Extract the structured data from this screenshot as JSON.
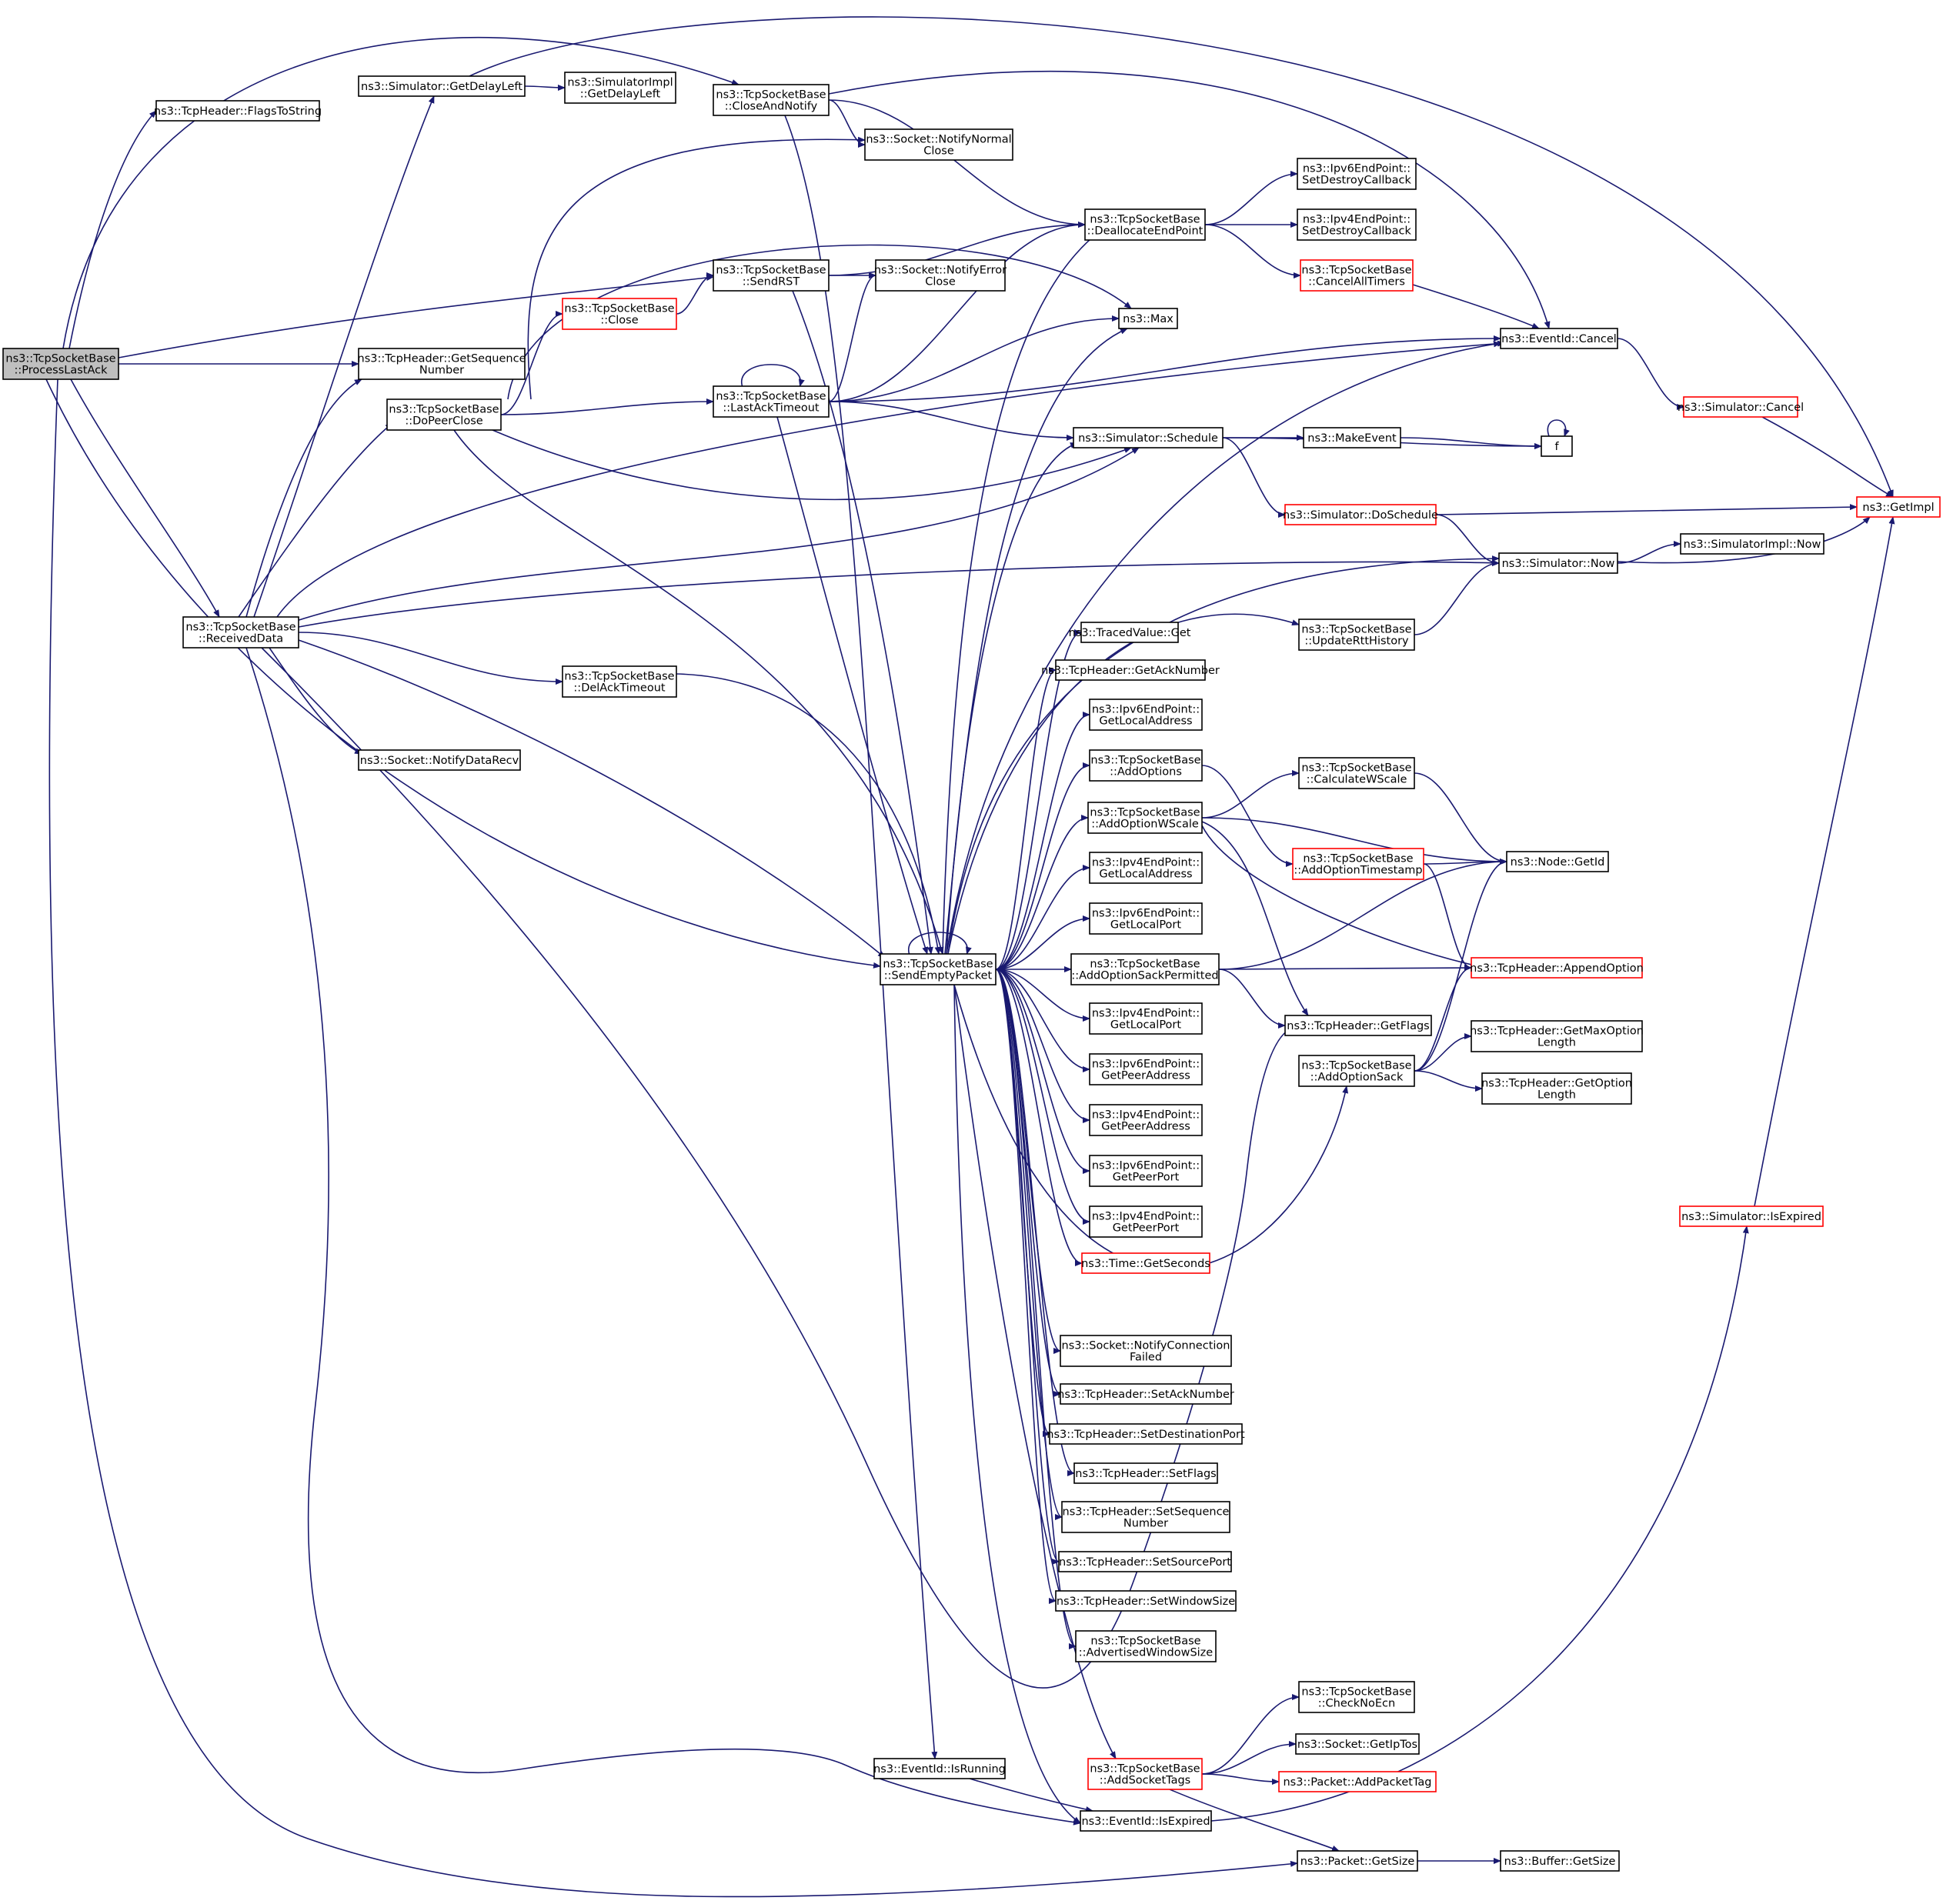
{
  "diagram": {
    "type": "call-graph",
    "edge_color": "#191970",
    "node_border": "#000000",
    "truncated_node_border": "#ff0000",
    "root_fill": "#bfbfbf",
    "nodes": [
      {
        "id": "processLastAck",
        "lines": [
          "ns3::TcpSocketBase",
          "::ProcessLastAck"
        ],
        "root": true
      },
      {
        "id": "flagsToString",
        "lines": [
          "ns3::TcpHeader::FlagsToString"
        ]
      },
      {
        "id": "getDelayLeft",
        "lines": [
          "ns3::Simulator::GetDelayLeft"
        ]
      },
      {
        "id": "implGetDelayLeft",
        "lines": [
          "ns3::SimulatorImpl",
          "::GetDelayLeft"
        ]
      },
      {
        "id": "closeAndNotify",
        "lines": [
          "ns3::TcpSocketBase",
          "::CloseAndNotify"
        ]
      },
      {
        "id": "notifyNormalClose",
        "lines": [
          "ns3::Socket::NotifyNormal",
          "Close"
        ]
      },
      {
        "id": "deallocateEndPoint",
        "lines": [
          "ns3::TcpSocketBase",
          "::DeallocateEndPoint"
        ]
      },
      {
        "id": "ipv6SetDestroy",
        "lines": [
          "ns3::Ipv6EndPoint::",
          "SetDestroyCallback"
        ]
      },
      {
        "id": "ipv4SetDestroy",
        "lines": [
          "ns3::Ipv4EndPoint::",
          "SetDestroyCallback"
        ]
      },
      {
        "id": "cancelAllTimers",
        "lines": [
          "ns3::TcpSocketBase",
          "::CancelAllTimers"
        ],
        "truncated": true
      },
      {
        "id": "sendRST",
        "lines": [
          "ns3::TcpSocketBase",
          "::SendRST"
        ]
      },
      {
        "id": "notifyErrorClose",
        "lines": [
          "ns3::Socket::NotifyError",
          "Close"
        ]
      },
      {
        "id": "close",
        "lines": [
          "ns3::TcpSocketBase",
          "::Close"
        ],
        "truncated": true
      },
      {
        "id": "max",
        "lines": [
          "ns3::Max"
        ]
      },
      {
        "id": "eventCancel",
        "lines": [
          "ns3::EventId::Cancel"
        ]
      },
      {
        "id": "getSequenceNumber",
        "lines": [
          "ns3::TcpHeader::GetSequence",
          "Number"
        ]
      },
      {
        "id": "doPeerClose",
        "lines": [
          "ns3::TcpSocketBase",
          "::DoPeerClose"
        ]
      },
      {
        "id": "lastAckTimeout",
        "lines": [
          "ns3::TcpSocketBase",
          "::LastAckTimeout"
        ]
      },
      {
        "id": "simSchedule",
        "lines": [
          "ns3::Simulator::Schedule"
        ]
      },
      {
        "id": "makeEvent",
        "lines": [
          "ns3::MakeEvent"
        ]
      },
      {
        "id": "f",
        "lines": [
          "f"
        ]
      },
      {
        "id": "simCancel",
        "lines": [
          "ns3::Simulator::Cancel"
        ],
        "truncated": true
      },
      {
        "id": "getImpl",
        "lines": [
          "ns3::GetImpl"
        ],
        "truncated": true
      },
      {
        "id": "doSchedule",
        "lines": [
          "ns3::Simulator::DoSchedule"
        ],
        "truncated": true
      },
      {
        "id": "simNow",
        "lines": [
          "ns3::Simulator::Now"
        ]
      },
      {
        "id": "implNow",
        "lines": [
          "ns3::SimulatorImpl::Now"
        ]
      },
      {
        "id": "receivedData",
        "lines": [
          "ns3::TcpSocketBase",
          "::ReceivedData"
        ]
      },
      {
        "id": "delAckTimeout",
        "lines": [
          "ns3::TcpSocketBase",
          "::DelAckTimeout"
        ]
      },
      {
        "id": "notifyDataRecv",
        "lines": [
          "ns3::Socket::NotifyDataRecv"
        ]
      },
      {
        "id": "tracedGet",
        "lines": [
          "ns3::TracedValue::Get"
        ]
      },
      {
        "id": "updateRtt",
        "lines": [
          "ns3::TcpSocketBase",
          "::UpdateRttHistory"
        ]
      },
      {
        "id": "getAckNumber",
        "lines": [
          "ns3::TcpHeader::GetAckNumber"
        ]
      },
      {
        "id": "ipv6GetLocalAddr",
        "lines": [
          "ns3::Ipv6EndPoint::",
          "GetLocalAddress"
        ]
      },
      {
        "id": "addOptions",
        "lines": [
          "ns3::TcpSocketBase",
          "::AddOptions"
        ]
      },
      {
        "id": "calcWScale",
        "lines": [
          "ns3::TcpSocketBase",
          "::CalculateWScale"
        ]
      },
      {
        "id": "addOptionWScale",
        "lines": [
          "ns3::TcpSocketBase",
          "::AddOptionWScale"
        ]
      },
      {
        "id": "addOptionTimestamp",
        "lines": [
          "ns3::TcpSocketBase",
          "::AddOptionTimestamp"
        ],
        "truncated": true
      },
      {
        "id": "nodeGetId",
        "lines": [
          "ns3::Node::GetId"
        ]
      },
      {
        "id": "ipv4GetLocalAddr",
        "lines": [
          "ns3::Ipv4EndPoint::",
          "GetLocalAddress"
        ]
      },
      {
        "id": "ipv6GetLocalPort",
        "lines": [
          "ns3::Ipv6EndPoint::",
          "GetLocalPort"
        ]
      },
      {
        "id": "sendEmptyPacket",
        "lines": [
          "ns3::TcpSocketBase",
          "::SendEmptyPacket"
        ]
      },
      {
        "id": "addOptionSackPerm",
        "lines": [
          "ns3::TcpSocketBase",
          "::AddOptionSackPermitted"
        ]
      },
      {
        "id": "appendOption",
        "lines": [
          "ns3::TcpHeader::AppendOption"
        ],
        "truncated": true
      },
      {
        "id": "ipv4GetLocalPort",
        "lines": [
          "ns3::Ipv4EndPoint::",
          "GetLocalPort"
        ]
      },
      {
        "id": "getFlags",
        "lines": [
          "ns3::TcpHeader::GetFlags"
        ]
      },
      {
        "id": "addOptionSack",
        "lines": [
          "ns3::TcpSocketBase",
          "::AddOptionSack"
        ]
      },
      {
        "id": "getMaxOptionLength",
        "lines": [
          "ns3::TcpHeader::GetMaxOption",
          "Length"
        ]
      },
      {
        "id": "getOptionLength",
        "lines": [
          "ns3::TcpHeader::GetOption",
          "Length"
        ]
      },
      {
        "id": "ipv6GetPeerAddr",
        "lines": [
          "ns3::Ipv6EndPoint::",
          "GetPeerAddress"
        ]
      },
      {
        "id": "ipv4GetPeerAddr",
        "lines": [
          "ns3::Ipv4EndPoint::",
          "GetPeerAddress"
        ]
      },
      {
        "id": "ipv6GetPeerPort",
        "lines": [
          "ns3::Ipv6EndPoint::",
          "GetPeerPort"
        ]
      },
      {
        "id": "ipv4GetPeerPort",
        "lines": [
          "ns3::Ipv4EndPoint::",
          "GetPeerPort"
        ]
      },
      {
        "id": "timeGetSeconds",
        "lines": [
          "ns3::Time::GetSeconds"
        ],
        "truncated": true
      },
      {
        "id": "simIsExpired",
        "lines": [
          "ns3::Simulator::IsExpired"
        ],
        "truncated": true
      },
      {
        "id": "notifyConnFailed",
        "lines": [
          "ns3::Socket::NotifyConnection",
          "Failed"
        ]
      },
      {
        "id": "setAckNumber",
        "lines": [
          "ns3::TcpHeader::SetAckNumber"
        ]
      },
      {
        "id": "setDestPort",
        "lines": [
          "ns3::TcpHeader::SetDestinationPort"
        ]
      },
      {
        "id": "setFlags",
        "lines": [
          "ns3::TcpHeader::SetFlags"
        ]
      },
      {
        "id": "setSequenceNumber",
        "lines": [
          "ns3::TcpHeader::SetSequence",
          "Number"
        ]
      },
      {
        "id": "setSourcePort",
        "lines": [
          "ns3::TcpHeader::SetSourcePort"
        ]
      },
      {
        "id": "setWindowSize",
        "lines": [
          "ns3::TcpHeader::SetWindowSize"
        ]
      },
      {
        "id": "advertisedWindowSize",
        "lines": [
          "ns3::TcpSocketBase",
          "::AdvertisedWindowSize"
        ]
      },
      {
        "id": "checkNoEcn",
        "lines": [
          "ns3::TcpSocketBase",
          "::CheckNoEcn"
        ]
      },
      {
        "id": "getIpTos",
        "lines": [
          "ns3::Socket::GetIpTos"
        ]
      },
      {
        "id": "addSocketTags",
        "lines": [
          "ns3::TcpSocketBase",
          "::AddSocketTags"
        ],
        "truncated": true
      },
      {
        "id": "addPacketTag",
        "lines": [
          "ns3::Packet::AddPacketTag"
        ],
        "truncated": true
      },
      {
        "id": "eventIsRunning",
        "lines": [
          "ns3::EventId::IsRunning"
        ]
      },
      {
        "id": "eventIsExpired",
        "lines": [
          "ns3::EventId::IsExpired"
        ]
      },
      {
        "id": "packetGetSize",
        "lines": [
          "ns3::Packet::GetSize"
        ]
      },
      {
        "id": "bufferGetSize",
        "lines": [
          "ns3::Buffer::GetSize"
        ]
      }
    ],
    "edges": [
      [
        "processLastAck",
        "closeAndNotify"
      ],
      [
        "processLastAck",
        "flagsToString"
      ],
      [
        "processLastAck",
        "sendRST"
      ],
      [
        "processLastAck",
        "getSequenceNumber"
      ],
      [
        "processLastAck",
        "receivedData"
      ],
      [
        "processLastAck",
        "sendEmptyPacket"
      ],
      [
        "processLastAck",
        "packetGetSize"
      ],
      [
        "getDelayLeft",
        "implGetDelayLeft"
      ],
      [
        "getDelayLeft",
        "getImpl"
      ],
      [
        "closeAndNotify",
        "notifyNormalClose"
      ],
      [
        "closeAndNotify",
        "deallocateEndPoint"
      ],
      [
        "closeAndNotify",
        "eventCancel"
      ],
      [
        "closeAndNotify",
        "eventIsRunning"
      ],
      [
        "deallocateEndPoint",
        "ipv6SetDestroy"
      ],
      [
        "deallocateEndPoint",
        "ipv4SetDestroy"
      ],
      [
        "deallocateEndPoint",
        "cancelAllTimers"
      ],
      [
        "cancelAllTimers",
        "eventCancel"
      ],
      [
        "sendRST",
        "deallocateEndPoint"
      ],
      [
        "sendRST",
        "notifyErrorClose"
      ],
      [
        "sendRST",
        "sendEmptyPacket"
      ],
      [
        "close",
        "sendRST"
      ],
      [
        "eventCancel",
        "simCancel"
      ],
      [
        "simCancel",
        "getImpl"
      ],
      [
        "doPeerClose",
        "notifyNormalClose"
      ],
      [
        "doPeerClose",
        "close"
      ],
      [
        "doPeerClose",
        "max"
      ],
      [
        "doPeerClose",
        "lastAckTimeout"
      ],
      [
        "doPeerClose",
        "simSchedule"
      ],
      [
        "doPeerClose",
        "sendEmptyPacket"
      ],
      [
        "lastAckTimeout",
        "lastAckTimeout"
      ],
      [
        "lastAckTimeout",
        "notifyErrorClose"
      ],
      [
        "lastAckTimeout",
        "deallocateEndPoint"
      ],
      [
        "lastAckTimeout",
        "max"
      ],
      [
        "lastAckTimeout",
        "eventCancel"
      ],
      [
        "lastAckTimeout",
        "simSchedule"
      ],
      [
        "lastAckTimeout",
        "sendEmptyPacket"
      ],
      [
        "simSchedule",
        "makeEvent"
      ],
      [
        "simSchedule",
        "f"
      ],
      [
        "simSchedule",
        "doSchedule"
      ],
      [
        "makeEvent",
        "f"
      ],
      [
        "f",
        "f"
      ],
      [
        "doSchedule",
        "getImpl"
      ],
      [
        "doSchedule",
        "simNow"
      ],
      [
        "simNow",
        "implNow"
      ],
      [
        "simNow",
        "getImpl"
      ],
      [
        "receivedData",
        "getDelayLeft"
      ],
      [
        "receivedData",
        "getSequenceNumber"
      ],
      [
        "receivedData",
        "doPeerClose"
      ],
      [
        "receivedData",
        "eventCancel"
      ],
      [
        "receivedData",
        "simSchedule"
      ],
      [
        "receivedData",
        "simNow"
      ],
      [
        "receivedData",
        "delAckTimeout"
      ],
      [
        "receivedData",
        "notifyDataRecv"
      ],
      [
        "receivedData",
        "sendEmptyPacket"
      ],
      [
        "receivedData",
        "getFlags"
      ],
      [
        "receivedData",
        "eventIsExpired"
      ],
      [
        "delAckTimeout",
        "sendEmptyPacket"
      ],
      [
        "updateRtt",
        "simNow"
      ],
      [
        "sendEmptyPacket",
        "sendEmptyPacket"
      ],
      [
        "sendEmptyPacket",
        "deallocateEndPoint"
      ],
      [
        "sendEmptyPacket",
        "max"
      ],
      [
        "sendEmptyPacket",
        "eventCancel"
      ],
      [
        "sendEmptyPacket",
        "simSchedule"
      ],
      [
        "sendEmptyPacket",
        "simNow"
      ],
      [
        "sendEmptyPacket",
        "tracedGet"
      ],
      [
        "sendEmptyPacket",
        "updateRtt"
      ],
      [
        "sendEmptyPacket",
        "getAckNumber"
      ],
      [
        "sendEmptyPacket",
        "ipv6GetLocalAddr"
      ],
      [
        "sendEmptyPacket",
        "addOptions"
      ],
      [
        "sendEmptyPacket",
        "addOptionWScale"
      ],
      [
        "sendEmptyPacket",
        "ipv4GetLocalAddr"
      ],
      [
        "sendEmptyPacket",
        "ipv6GetLocalPort"
      ],
      [
        "sendEmptyPacket",
        "addOptionSackPerm"
      ],
      [
        "sendEmptyPacket",
        "ipv4GetLocalPort"
      ],
      [
        "sendEmptyPacket",
        "ipv6GetPeerAddr"
      ],
      [
        "sendEmptyPacket",
        "ipv4GetPeerAddr"
      ],
      [
        "sendEmptyPacket",
        "ipv6GetPeerPort"
      ],
      [
        "sendEmptyPacket",
        "ipv4GetPeerPort"
      ],
      [
        "sendEmptyPacket",
        "timeGetSeconds"
      ],
      [
        "sendEmptyPacket",
        "addOptionSack"
      ],
      [
        "sendEmptyPacket",
        "notifyConnFailed"
      ],
      [
        "sendEmptyPacket",
        "setAckNumber"
      ],
      [
        "sendEmptyPacket",
        "setDestPort"
      ],
      [
        "sendEmptyPacket",
        "setFlags"
      ],
      [
        "sendEmptyPacket",
        "setSequenceNumber"
      ],
      [
        "sendEmptyPacket",
        "setSourcePort"
      ],
      [
        "sendEmptyPacket",
        "setWindowSize"
      ],
      [
        "sendEmptyPacket",
        "advertisedWindowSize"
      ],
      [
        "sendEmptyPacket",
        "addSocketTags"
      ],
      [
        "sendEmptyPacket",
        "eventIsExpired"
      ],
      [
        "addOptions",
        "addOptionTimestamp"
      ],
      [
        "addOptionWScale",
        "calcWScale"
      ],
      [
        "addOptionWScale",
        "nodeGetId"
      ],
      [
        "addOptionWScale",
        "getFlags"
      ],
      [
        "addOptionWScale",
        "appendOption"
      ],
      [
        "calcWScale",
        "nodeGetId"
      ],
      [
        "addOptionTimestamp",
        "nodeGetId"
      ],
      [
        "addOptionTimestamp",
        "appendOption"
      ],
      [
        "addOptionSackPerm",
        "nodeGetId"
      ],
      [
        "addOptionSackPerm",
        "appendOption"
      ],
      [
        "addOptionSackPerm",
        "getFlags"
      ],
      [
        "addOptionSack",
        "nodeGetId"
      ],
      [
        "addOptionSack",
        "appendOption"
      ],
      [
        "addOptionSack",
        "getMaxOptionLength"
      ],
      [
        "addOptionSack",
        "getOptionLength"
      ],
      [
        "addSocketTags",
        "checkNoEcn"
      ],
      [
        "addSocketTags",
        "getIpTos"
      ],
      [
        "addSocketTags",
        "addPacketTag"
      ],
      [
        "addSocketTags",
        "packetGetSize"
      ],
      [
        "eventIsRunning",
        "eventIsExpired"
      ],
      [
        "eventIsExpired",
        "simIsExpired"
      ],
      [
        "simIsExpired",
        "getImpl"
      ],
      [
        "packetGetSize",
        "bufferGetSize"
      ]
    ]
  }
}
